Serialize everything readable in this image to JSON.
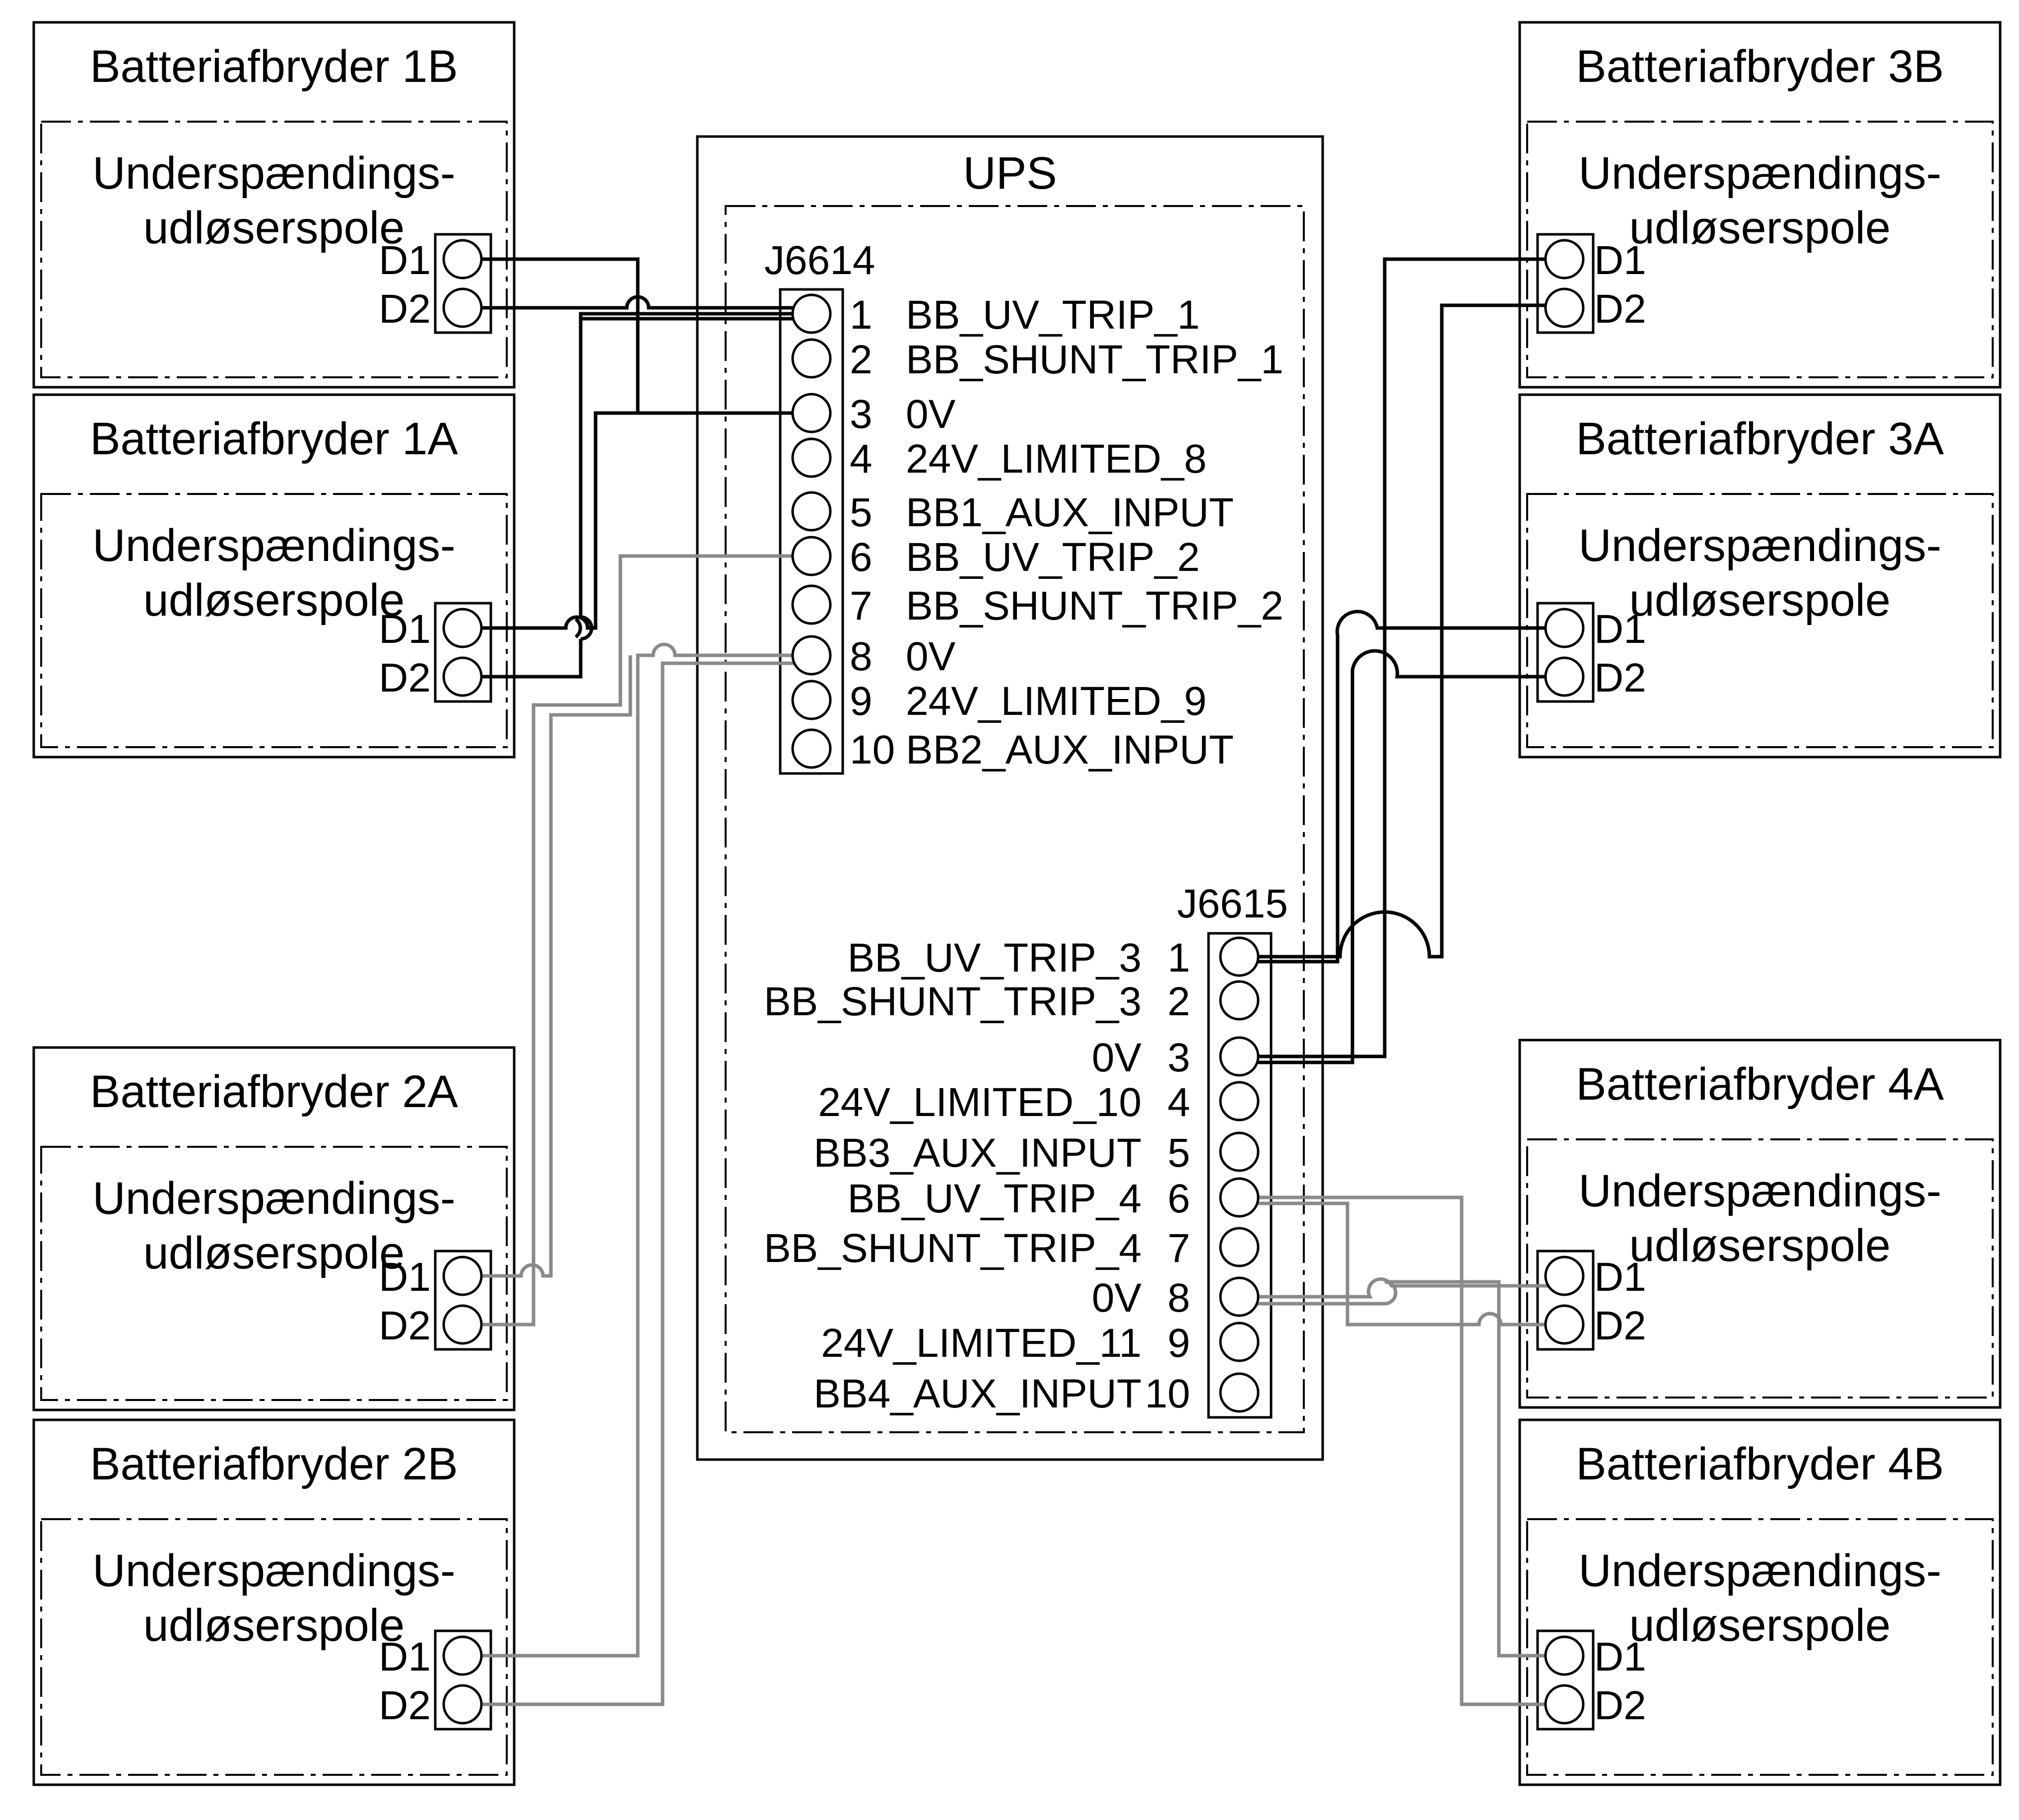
{
  "breakers": {
    "b1b": {
      "title": "Batteriafbryder 1B",
      "coil": [
        "Underspændings-",
        "udløserspole"
      ],
      "d1": "D1",
      "d2": "D2"
    },
    "b1a": {
      "title": "Batteriafbryder 1A",
      "coil": [
        "Underspændings-",
        "udløserspole"
      ],
      "d1": "D1",
      "d2": "D2"
    },
    "b2a": {
      "title": "Batteriafbryder 2A",
      "coil": [
        "Underspændings-",
        "udløserspole"
      ],
      "d1": "D1",
      "d2": "D2"
    },
    "b2b": {
      "title": "Batteriafbryder 2B",
      "coil": [
        "Underspændings-",
        "udløserspole"
      ],
      "d1": "D1",
      "d2": "D2"
    },
    "b3b": {
      "title": "Batteriafbryder 3B",
      "coil": [
        "Underspændings-",
        "udløserspole"
      ],
      "d1": "D1",
      "d2": "D2"
    },
    "b3a": {
      "title": "Batteriafbryder 3A",
      "coil": [
        "Underspændings-",
        "udløserspole"
      ],
      "d1": "D1",
      "d2": "D2"
    },
    "b4a": {
      "title": "Batteriafbryder 4A",
      "coil": [
        "Underspændings-",
        "udløserspole"
      ],
      "d1": "D1",
      "d2": "D2"
    },
    "b4b": {
      "title": "Batteriafbryder 4B",
      "coil": [
        "Underspændings-",
        "udløserspole"
      ],
      "d1": "D1",
      "d2": "D2"
    }
  },
  "ups": {
    "title": "UPS",
    "j6614": {
      "label": "J6614",
      "pins": [
        {
          "num": "1",
          "name": "BB_UV_TRIP_1"
        },
        {
          "num": "2",
          "name": "BB_SHUNT_TRIP_1"
        },
        {
          "num": "3",
          "name": "0V"
        },
        {
          "num": "4",
          "name": "24V_LIMITED_8"
        },
        {
          "num": "5",
          "name": "BB1_AUX_INPUT"
        },
        {
          "num": "6",
          "name": "BB_UV_TRIP_2"
        },
        {
          "num": "7",
          "name": "BB_SHUNT_TRIP_2"
        },
        {
          "num": "8",
          "name": "0V"
        },
        {
          "num": "9",
          "name": "24V_LIMITED_9"
        },
        {
          "num": "10",
          "name": "BB2_AUX_INPUT"
        }
      ]
    },
    "j6615": {
      "label": "J6615",
      "pins": [
        {
          "num": "1",
          "name": "BB_UV_TRIP_3"
        },
        {
          "num": "2",
          "name": "BB_SHUNT_TRIP_3"
        },
        {
          "num": "3",
          "name": "0V"
        },
        {
          "num": "4",
          "name": "24V_LIMITED_10"
        },
        {
          "num": "5",
          "name": "BB3_AUX_INPUT"
        },
        {
          "num": "6",
          "name": "BB_UV_TRIP_4"
        },
        {
          "num": "7",
          "name": "BB_SHUNT_TRIP_4"
        },
        {
          "num": "8",
          "name": "0V"
        },
        {
          "num": "9",
          "name": "24V_LIMITED_11"
        },
        {
          "num": "10",
          "name": "BB4_AUX_INPUT"
        }
      ]
    }
  },
  "colors": {
    "black_wire": "#000000",
    "grey_wire": "#8a8a8a"
  }
}
